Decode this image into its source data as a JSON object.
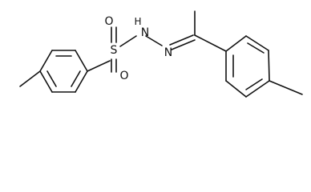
{
  "molecule": {
    "atoms": {
      "sulfur": "S",
      "oxygen_top": "O",
      "oxygen_bottom": "O",
      "nh_n": "N",
      "nh_h": "H",
      "n2": "N"
    }
  }
}
